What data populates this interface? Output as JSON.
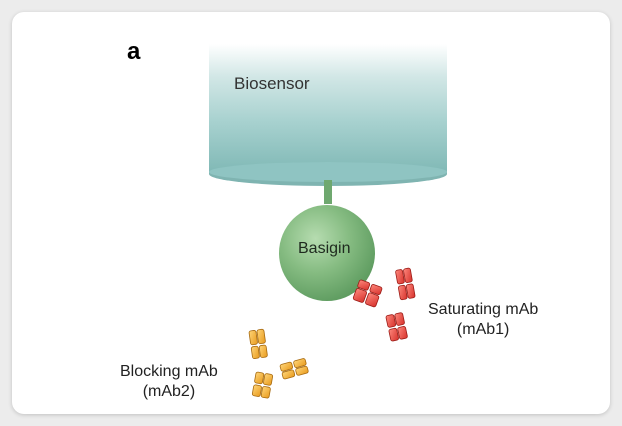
{
  "panel": {
    "letter": "a"
  },
  "biosensor": {
    "label": "Biosensor",
    "color": "#8fc4c2"
  },
  "basigin": {
    "label": "Basigin",
    "color": "#6fa86f"
  },
  "saturating_mab": {
    "line1": "Saturating mAb",
    "line2": "(mAb1)",
    "color": "#e0443c"
  },
  "blocking_mab": {
    "line1": "Blocking mAb",
    "line2": "(mAb2)",
    "color": "#f0a830"
  }
}
